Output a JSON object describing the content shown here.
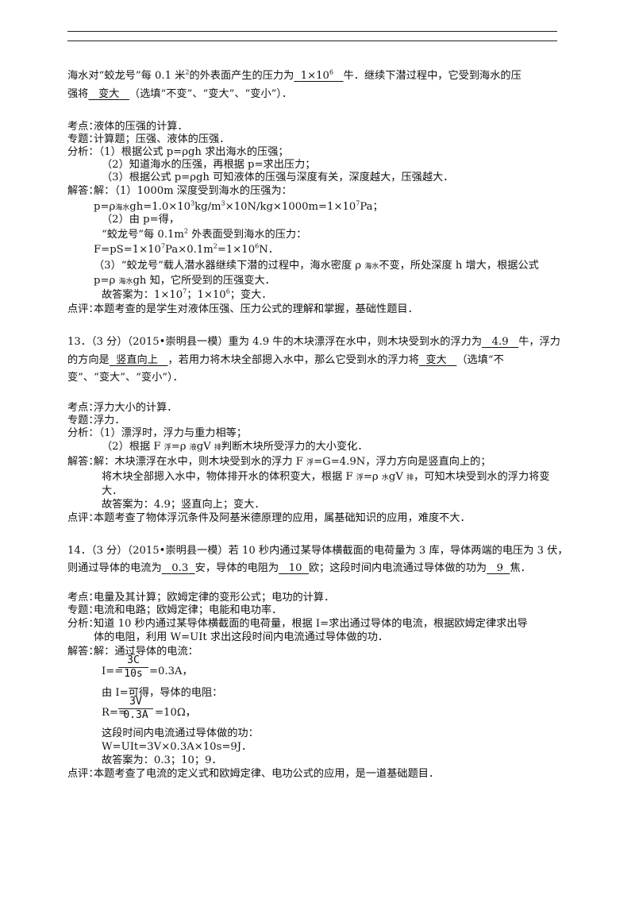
{
  "q12": {
    "line1": {
      "a": "海水对“蛟龙号”每 0.1 米",
      "sup": "2",
      "b": "的外表面产生的压力为",
      "ans": "1×10",
      "ans_sup": "6",
      "c": "牛．继续下潜过程中，它受到海水的压"
    },
    "line2": {
      "a": "强将",
      "ans": "变大",
      "b": "（选填“不变”、“变大”、“变小”）．"
    },
    "kaodian": {
      "label": "考点：",
      "text": "液体的压强的计算．"
    },
    "zhuanti": {
      "label": "专题：",
      "text": "计算题；压强、液体的压强．"
    },
    "fenxi": {
      "label": "分析：",
      "lines": [
        "（1）根据公式 p=ρgh 求出海水的压强；",
        "（2）知道海水的压强，再根据 p=求出压力；",
        "（3）根据公式 p=ρgh 可知液体的压强与深度有关，深度越大，压强越大．"
      ]
    },
    "jieda": {
      "label": "解答：",
      "l1": "解：（1）1000m 深度受到海水的压强为：",
      "l2a": "p=ρ",
      "l2sub": "海水",
      "l2b": "gh=1.0×10",
      "l2s1": "3",
      "l2c": "kg/m",
      "l2s2": "3",
      "l2d": "×10N/kg×1000m=1×10",
      "l2s3": "7",
      "l2e": "Pa；",
      "l3": "（2）由 p=得，",
      "l4a": "“蛟龙号”每 0.1m",
      "l4s": "2",
      "l4b": " 外表面受到海水的压力：",
      "l5a": "F=pS=1×10",
      "l5s1": "7",
      "l5b": "Pa×0.1m",
      "l5s2": "2",
      "l5c": "=1×10",
      "l5s3": "6",
      "l5d": "N．",
      "l6a": "（3）“蛟龙号”载人潜水器继续下潜的过程中，海水密度 ρ ",
      "l6sub": "海水",
      "l6b": "不变，所处深度 h 增大，根据公式",
      "l7a": "p=ρ ",
      "l7sub": "海水",
      "l7b": "gh 知，它所受到的压强变大．",
      "l8a": "故答案为：1×10",
      "l8s1": "7",
      "l8b": "；1×10",
      "l8s2": "6",
      "l8c": "；变大．"
    },
    "dianping": {
      "label": "点评：",
      "text": "本题考查的是学生对液体压强、压力公式的理解和掌握，基础性题目．"
    }
  },
  "q13": {
    "line1": {
      "a": "13．（3 分）（2015•崇明县一模）重为 4.9 牛的木块漂浮在水中，则木块受到水的浮力为",
      "ans": "4.9",
      "b": "牛，浮力"
    },
    "line2": {
      "a": "的方向是",
      "ans": "竖直向上",
      "b": "，若用力将木块全部摁入水中，那么它受到水的浮力将",
      "ans2": "变大",
      "c": "（选填“不"
    },
    "line3": "变”、“变大”、“变小”）．",
    "kaodian": {
      "label": "考点：",
      "text": "浮力大小的计算．"
    },
    "zhuanti": {
      "label": "专题：",
      "text": "浮力．"
    },
    "fenxi": {
      "label": "分析：",
      "l1": "（1）漂浮时，浮力与重力相等；",
      "l2a": "（2）根据 F ",
      "l2sub1": "浮",
      "l2b": "=ρ ",
      "l2sub2": "液",
      "l2c": "gV ",
      "l2sub3": "排",
      "l2d": "判断木块所受浮力的大小变化．"
    },
    "jieda": {
      "label": "解答：",
      "l1a": "解：木块漂浮在水中，则木块受到水的浮力 F ",
      "l1sub": "浮",
      "l1b": "=G=4.9N，浮力方向是竖直向上的；",
      "l2a": "将木块全部摁入水中，物体排开水的体积变大，根据 F ",
      "l2sub1": "浮",
      "l2b": "=ρ ",
      "l2sub2": "水",
      "l2c": "gV ",
      "l2sub3": "排",
      "l2d": "，可知木块受到水的浮力将变",
      "l3": "大．",
      "l4": "故答案为：4.9；竖直向上；变大．"
    },
    "dianping": {
      "label": "点评：",
      "text": "本题考查了物体浮沉条件及阿基米德原理的应用，属基础知识的应用，难度不大．"
    }
  },
  "q14": {
    "line1": "14．（3 分）（2015•崇明县一模）若 10 秒内通过某导体横截面的电荷量为 3 库，导体两端的电压为 3 伏，",
    "line2": {
      "a": "则通过导体的电流为",
      "ans1": "0.3",
      "b": "安，导体的电阻为",
      "ans2": "10",
      "c": "欧；这段时间内电流通过导体做的功为",
      "ans3": "9",
      "d": "焦．"
    },
    "kaodian": {
      "label": "考点：",
      "text": "电量及其计算；欧姆定律的变形公式；电功的计算．"
    },
    "zhuanti": {
      "label": "专题：",
      "text": "电流和电路；欧姆定律；电能和电功率．"
    },
    "fenxi": {
      "label": "分析：",
      "l1": "知道 10 秒内通过某导体横截面的电荷量，根据 I=求出通过导体的电流，根据欧姆定律求出导",
      "l2": "体的电阻，利用 W=UIt 求出这段时间内电流通过导体做的功．"
    },
    "jieda": {
      "label": "解答：",
      "l1": "解：通过导体的电流：",
      "i_pre": "I==",
      "i_num": "3C",
      "i_den": "10s",
      "i_post": "=0.3A，",
      "l3": "由 I=可得，导体的电阻：",
      "r_pre": "R==",
      "r_num": "3V",
      "r_den": "0.3A",
      "r_post": "=10Ω，",
      "l5": "这段时间内电流通过导体做的功：",
      "l6": "W=UIt=3V×0.3A×10s=9J．",
      "l7": "故答案为：0.3；10；9．"
    },
    "dianping": {
      "label": "点评：",
      "text": "本题考查了电流的定义式和欧姆定律、电功公式的应用，是一道基础题目．"
    }
  }
}
